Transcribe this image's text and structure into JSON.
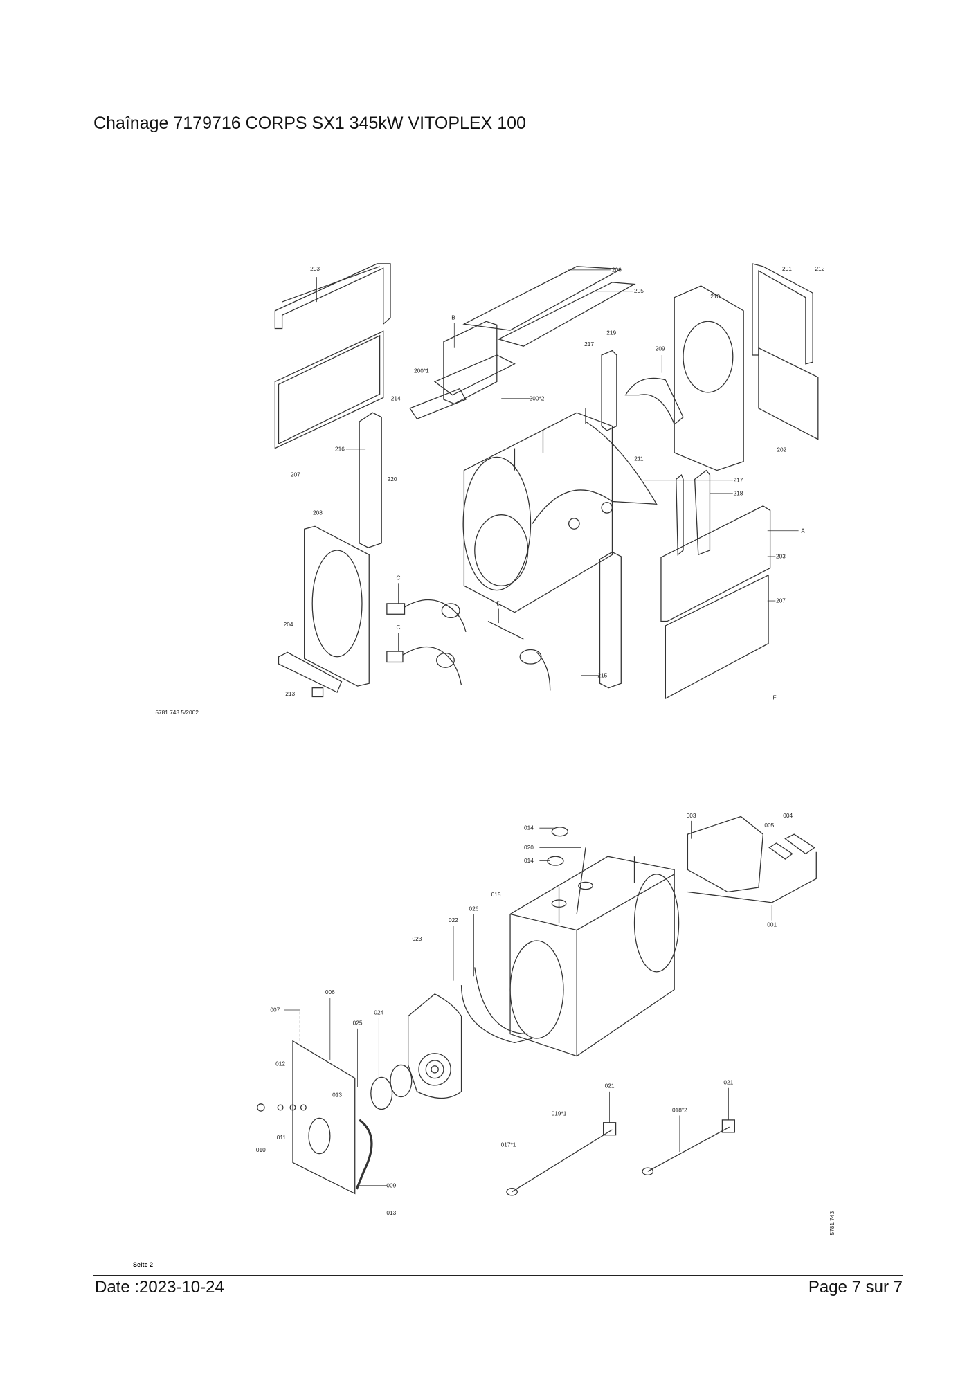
{
  "header": {
    "title": "Chaînage 7179716 CORPS SX1 345kW VITOPLEX 100"
  },
  "top_diagram": {
    "drawing_ref": "5781 743    5/2002",
    "labels": [
      "203",
      "206",
      "205",
      "B",
      "201",
      "212",
      "210",
      "219",
      "217",
      "209",
      "200*1",
      "200*2",
      "214",
      "216",
      "220",
      "207",
      "202",
      "211",
      "217",
      "218",
      "208",
      "A",
      "203",
      "207",
      "C",
      "D",
      "C",
      "204",
      "215",
      "213",
      "F"
    ]
  },
  "bottom_diagram": {
    "drawing_ref": "5781 743",
    "labels": [
      "014",
      "020",
      "014",
      "003",
      "004",
      "005",
      "015",
      "026",
      "022",
      "001",
      "023",
      "006",
      "007",
      "024",
      "025",
      "012",
      "013",
      "021",
      "021",
      "019*1",
      "018*2",
      "010",
      "011",
      "017*1",
      "009",
      "013"
    ]
  },
  "seite": "Seite 2",
  "footer": {
    "date": "Date :2023-10-24",
    "page": "Page 7 sur  7"
  }
}
